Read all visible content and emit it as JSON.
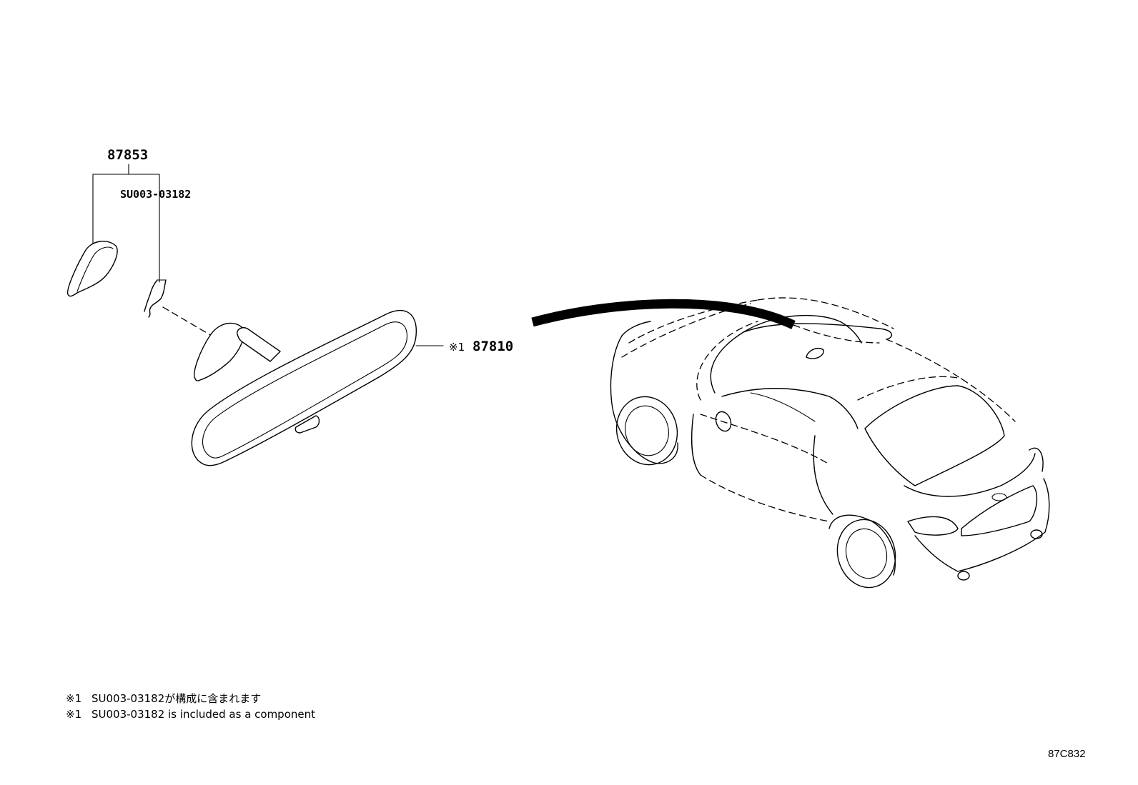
{
  "callouts": {
    "bracket_part": "87853",
    "sub_part": "SU003-03182",
    "mirror_prefix": "※1",
    "mirror_part": "87810"
  },
  "notes": [
    {
      "mark": "※1",
      "text": "SU003-03182が構成に含まれます"
    },
    {
      "mark": "※1",
      "text": "SU003-03182 is included as a component"
    }
  ],
  "diagram_code": "87C832"
}
